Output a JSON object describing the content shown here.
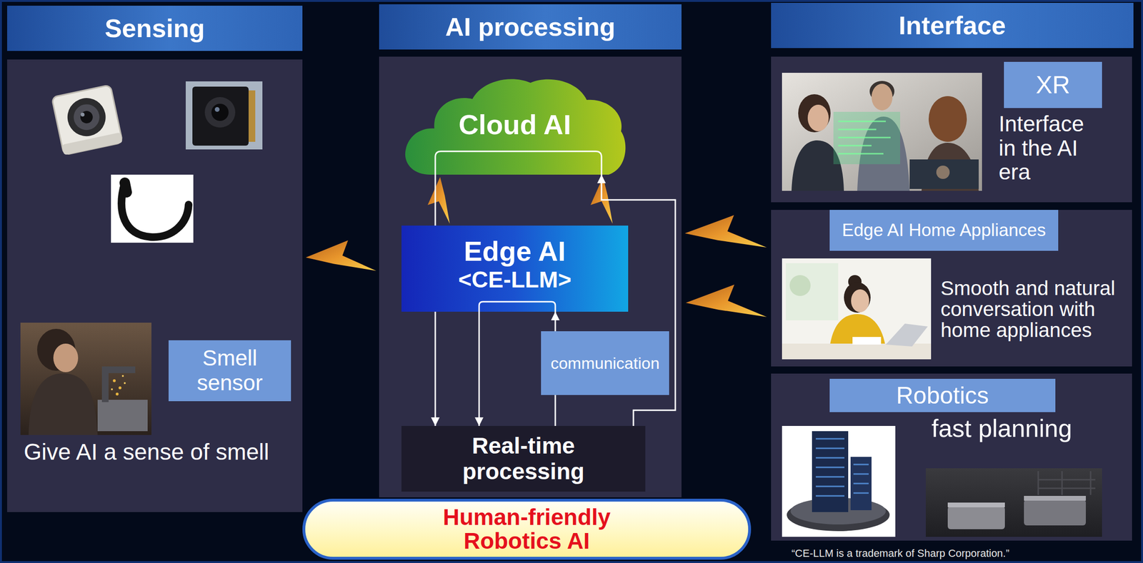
{
  "diagram": {
    "caption": "“CE-LLM is a trademark of Sharp Corporation.”",
    "nodes": [
      {
        "text": [
          "Sensing",
          "Give AI a sense of smell"
        ]
      },
      {
        "text": [
          "Smell sensor"
        ],
        "in": 0
      },
      {
        "text": [
          "AI processing"
        ]
      },
      {
        "text": [
          "Cloud AI"
        ],
        "in": 2
      },
      {
        "text": [
          "Edge AI",
          "<CE-LLM>"
        ],
        "in": 2
      },
      {
        "text": [
          "communication"
        ],
        "in": 2
      },
      {
        "text": [
          "Real-time processing"
        ],
        "in": 2
      },
      {
        "text": [
          "Interface"
        ]
      },
      {
        "text": [
          "Interface in the AI era"
        ],
        "in": 7
      },
      {
        "text": [
          "XR"
        ],
        "in": 8
      },
      {
        "text": [
          "Smooth and natural conversation with home appliances"
        ],
        "in": 7
      },
      {
        "text": [
          "Edge AI Home Appliances"
        ],
        "in": 10
      },
      {
        "text": [
          "fast planning"
        ],
        "in": 7
      },
      {
        "text": [
          "Robotics"
        ],
        "in": 12
      },
      {
        "text": [
          "Human-friendly Robotics AI"
        ]
      }
    ],
    "edges": [
      {
        "from": 3,
        "to": 6,
        "arrow": "to"
      },
      {
        "from": 6,
        "to": 3,
        "arrow": "to"
      },
      {
        "from": 4,
        "to": 6,
        "arrow": "to"
      },
      {
        "from": 6,
        "to": 5,
        "arrow": "none"
      },
      {
        "from": 5,
        "to": 4,
        "arrow": "to"
      }
    ]
  }
}
